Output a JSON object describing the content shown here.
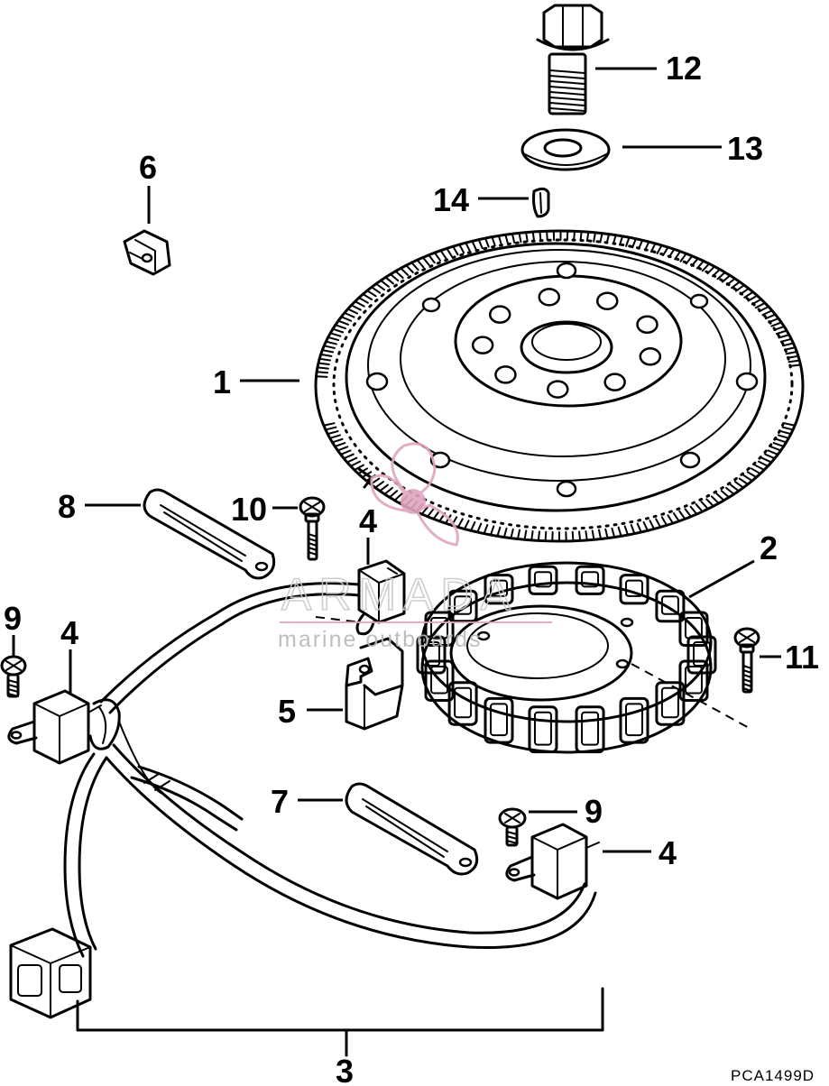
{
  "callouts": {
    "c1": "1",
    "c2": "2",
    "c3": "3",
    "c4a": "4",
    "c4b": "4",
    "c4c": "4",
    "c5": "5",
    "c6": "6",
    "c7": "7",
    "c8": "8",
    "c9a": "9",
    "c9b": "9",
    "c10": "10",
    "c11": "11",
    "c12": "12",
    "c13": "13",
    "c14": "14"
  },
  "drawing_code": "PCA1499D",
  "watermark": {
    "name": "ARMADA",
    "tagline": "marine outboards",
    "accent": "#e1a6bf"
  }
}
